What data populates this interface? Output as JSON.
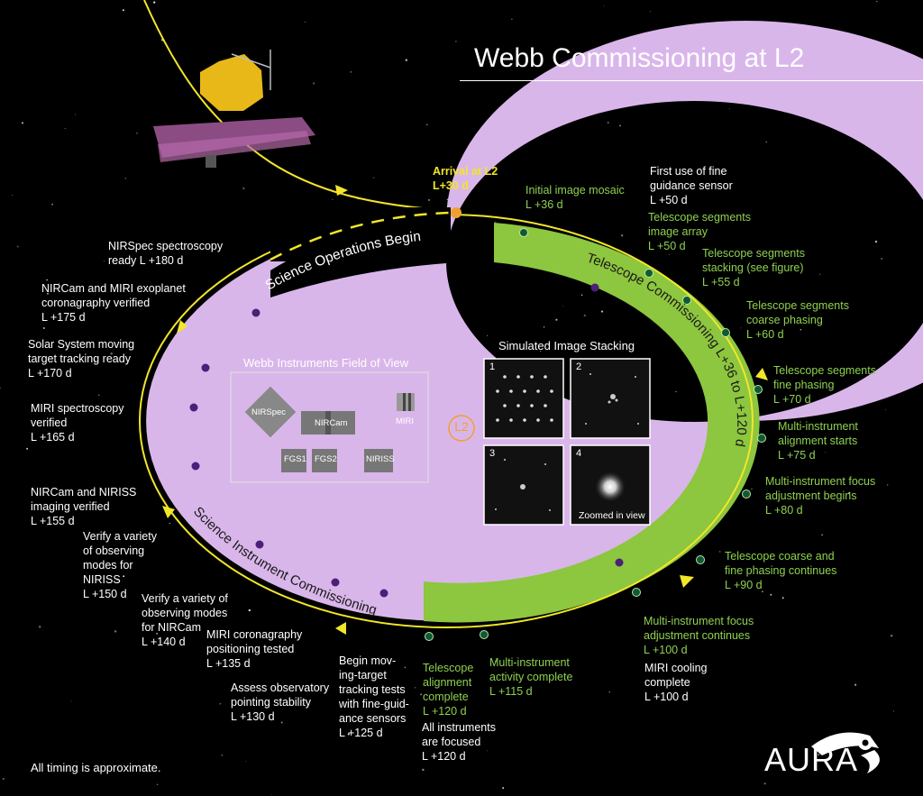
{
  "title": "Webb Commissioning at L2",
  "arrival": {
    "line1": "Arrival at L2",
    "line2": "L+30 d"
  },
  "arc_labels": {
    "science_ops": "Science Operations Begin",
    "telescope_comm": "Telescope Commissioning L+36 to L+120 d",
    "instrument_comm": "Science Instrument Commissioning"
  },
  "fov": {
    "title": "Webb Instruments Field of View",
    "instruments": [
      "NIRSpec",
      "NIRCam",
      "MIRI",
      "FGS1",
      "FGS2",
      "NIRISS"
    ]
  },
  "stacking": {
    "title": "Simulated Image Stacking",
    "panels": [
      "1",
      "2",
      "3",
      "4"
    ],
    "caption": "Zoomed in view"
  },
  "center_label": "L2",
  "milestones_green": [
    "Initial image mosaic\nL +36 d",
    "Telescope segments\nimage array\nL +50 d",
    "Telescope segments\nstacking (see figure)\nL +55 d",
    "Telescope segments\ncoarse phasing\nL +60 d",
    "Telescope segments\nfine phasing\nL +70 d",
    "Multi-instrument\nalignment starts\nL +75 d",
    "Multi-instrument focus\nadjustment begins\nL +80 d",
    "Telescope coarse and\nfine phasing continues\nL +90 d",
    "Multi-instrument focus\nadjustment continues\nL +100 d",
    "Multi-instrument\nactivity complete\nL +115 d",
    "Telescope\nalignment\ncomplete\nL +120 d"
  ],
  "milestones_white": [
    "First use of fine\nguidance sensor\nL +50 d",
    "MIRI cooling\ncomplete\nL +100 d",
    "All instruments\nare focused\nL +120 d",
    "Begin mov-\ning-target\ntracking tests\nwith fine-guid-\nance sensors\nL +125 d",
    "Assess observatory\npointing stability\nL +130 d",
    "MIRI coronagraphy\npositioning tested\nL +135 d",
    "Verify a variety of\nobserving modes\nfor NIRCam\nL +140 d",
    "Verify a variety\nof observing\nmodes for\nNIRISS\nL +150 d",
    "NIRCam and NIRISS\nimaging verified\nL +155 d",
    "MIRI spectroscopy\nverified\nL +165 d",
    "Solar System moving\ntarget tracking ready\nL +170 d",
    "NIRCam and MIRI exoplanet\ncoronagraphy verified\nL +175 d",
    "NIRSpec spectroscopy\nready L +180 d"
  ],
  "footnote": "All timing is approximate.",
  "logo": "AURA",
  "colors": {
    "green": "#8dc63f",
    "lavender": "#d9b6ea",
    "yellow": "#f2e629",
    "purple_dot": "#4b1f7a",
    "green_dot": "#0f5a36",
    "orange": "#f0a030"
  }
}
